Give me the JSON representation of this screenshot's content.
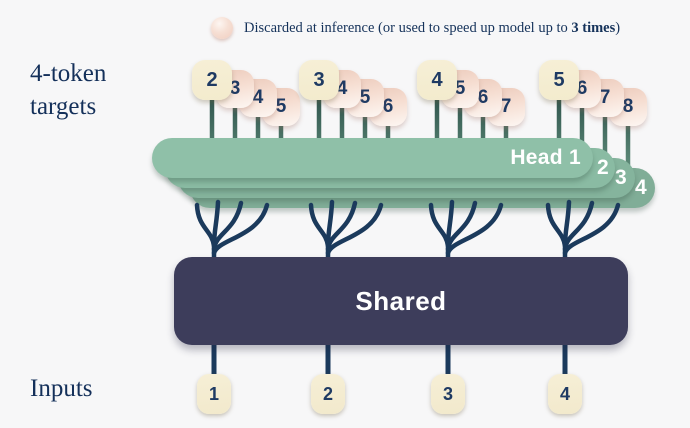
{
  "legend": {
    "prefix": "Discarded at inference (or used to speed up model up to ",
    "bold": "3 times",
    "suffix": ")"
  },
  "side_labels": {
    "targets_line1": "4-token",
    "targets_line2": "targets",
    "inputs": "Inputs"
  },
  "heads": {
    "head1": "Head 1",
    "head2": "2",
    "head3": "3",
    "head4": "4"
  },
  "shared": {
    "label": "Shared"
  },
  "target_groups": [
    {
      "tokens": [
        "2",
        "3",
        "4",
        "5"
      ]
    },
    {
      "tokens": [
        "3",
        "4",
        "5",
        "6"
      ]
    },
    {
      "tokens": [
        "4",
        "5",
        "6",
        "7"
      ]
    },
    {
      "tokens": [
        "5",
        "6",
        "7",
        "8"
      ]
    }
  ],
  "inputs": [
    "1",
    "2",
    "3",
    "4"
  ],
  "colors": {
    "background": "#f7f7f8",
    "navy_line": "#1b3a5c",
    "band_green": "#8cbda6",
    "stem_dark": "#2b4f49",
    "stem_light": "#74a48d",
    "cream_token": "#f5eed6",
    "pink_token": "#eccbbc",
    "shared_block": "#3d3d5b",
    "token_text": "#1e3a63",
    "label_text": "#14305a"
  }
}
